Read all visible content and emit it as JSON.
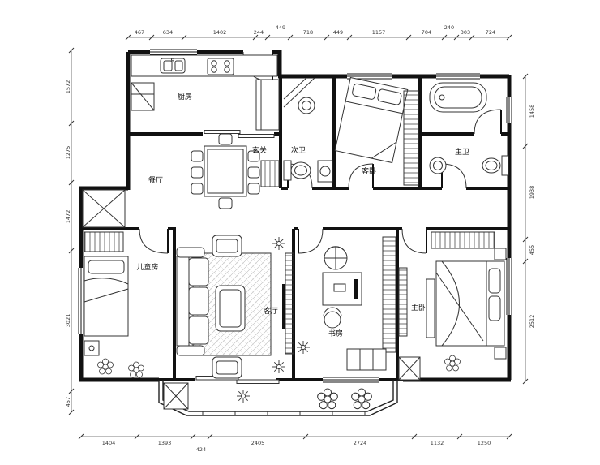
{
  "rooms": {
    "kitchen": "厨房",
    "dining": "餐厅",
    "entry": "玄关",
    "bath": "次卫",
    "master_bath": "主卫",
    "guest_bedroom": "客卧",
    "children_room": "儿童房",
    "living_room": "客厅",
    "study": "书房",
    "master_bedroom": "主卧"
  },
  "dimensions": {
    "top": [
      "467",
      "634",
      "1402",
      "244",
      "449",
      "718",
      "449",
      "1157",
      "704",
      "240",
      "303",
      "724"
    ],
    "left": [
      "1572",
      "1275",
      "1472",
      "3021",
      "457"
    ],
    "right": [
      "1458",
      "1938",
      "455",
      "2512"
    ],
    "bottom": [
      "1404",
      "1393",
      "424",
      "2405",
      "2724",
      "1132",
      "1250"
    ]
  },
  "colors": {
    "line": "#111111",
    "dim": "#555555"
  }
}
